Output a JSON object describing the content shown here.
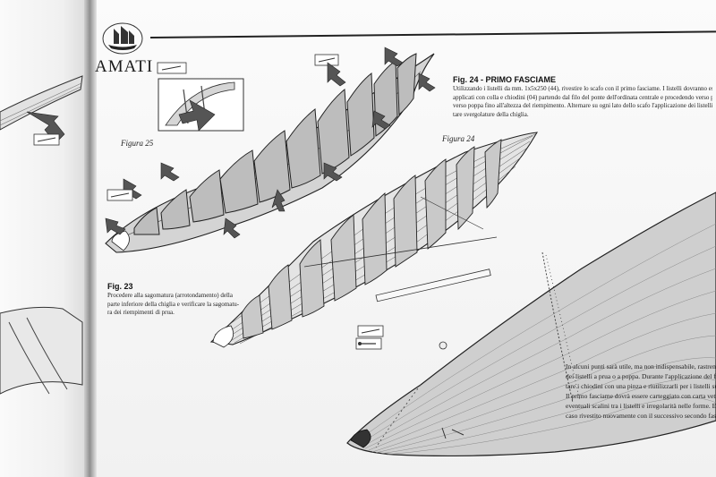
{
  "brand": {
    "name": "AMATI"
  },
  "figures": {
    "fig25_label": "Figura 25",
    "fig24_label": "Figura 24"
  },
  "fig24_caption": {
    "title": "Fig. 24 - PRIMO FASCIAME",
    "lines": [
      "Utilizzando i listelli da mm. 1x5x250 (44), rivestire lo scafo con il primo fasciame. I listelli dovranno essere",
      "applicati con colla e chiodini (04) partendo dal filo del ponte dell'ordinata centrale e procedendo verso prua e",
      "verso poppa fino all'altezza del riempimento. Alternare su ogni lato dello scafo l'applicazione dei listelli ad evi-",
      "tare svergolature della chiglia."
    ]
  },
  "fig23_caption": {
    "title": "Fig. 23",
    "lines": [
      "Procedere alla sagomatura (arrotondamento) della",
      "parte inferiore della chiglia e verificare la sagomatu-",
      "ra dei riempimenti di prua."
    ]
  },
  "bottom_text": {
    "lines": [
      "In alcuni punti sarà utile, ma non indispensabile, rastrem",
      "dei listelli a prua o a poppa. Durante l'applicazione del fa",
      "tare i chiodini con una pinza e riutilizzarli per i listelli suc",
      "Il primo fasciame dovrà essere carteggiato con carta vetr",
      "eventuali scalini tra i listelli e irregolarità nelle forme. En",
      "caso rivestito nuovamente con il successivo secondo fasc"
    ]
  },
  "colors": {
    "ink": "#222222",
    "paper": "#f5f5f5",
    "hull_fill": "#dcdcdc",
    "arrow_fill": "#555555"
  }
}
